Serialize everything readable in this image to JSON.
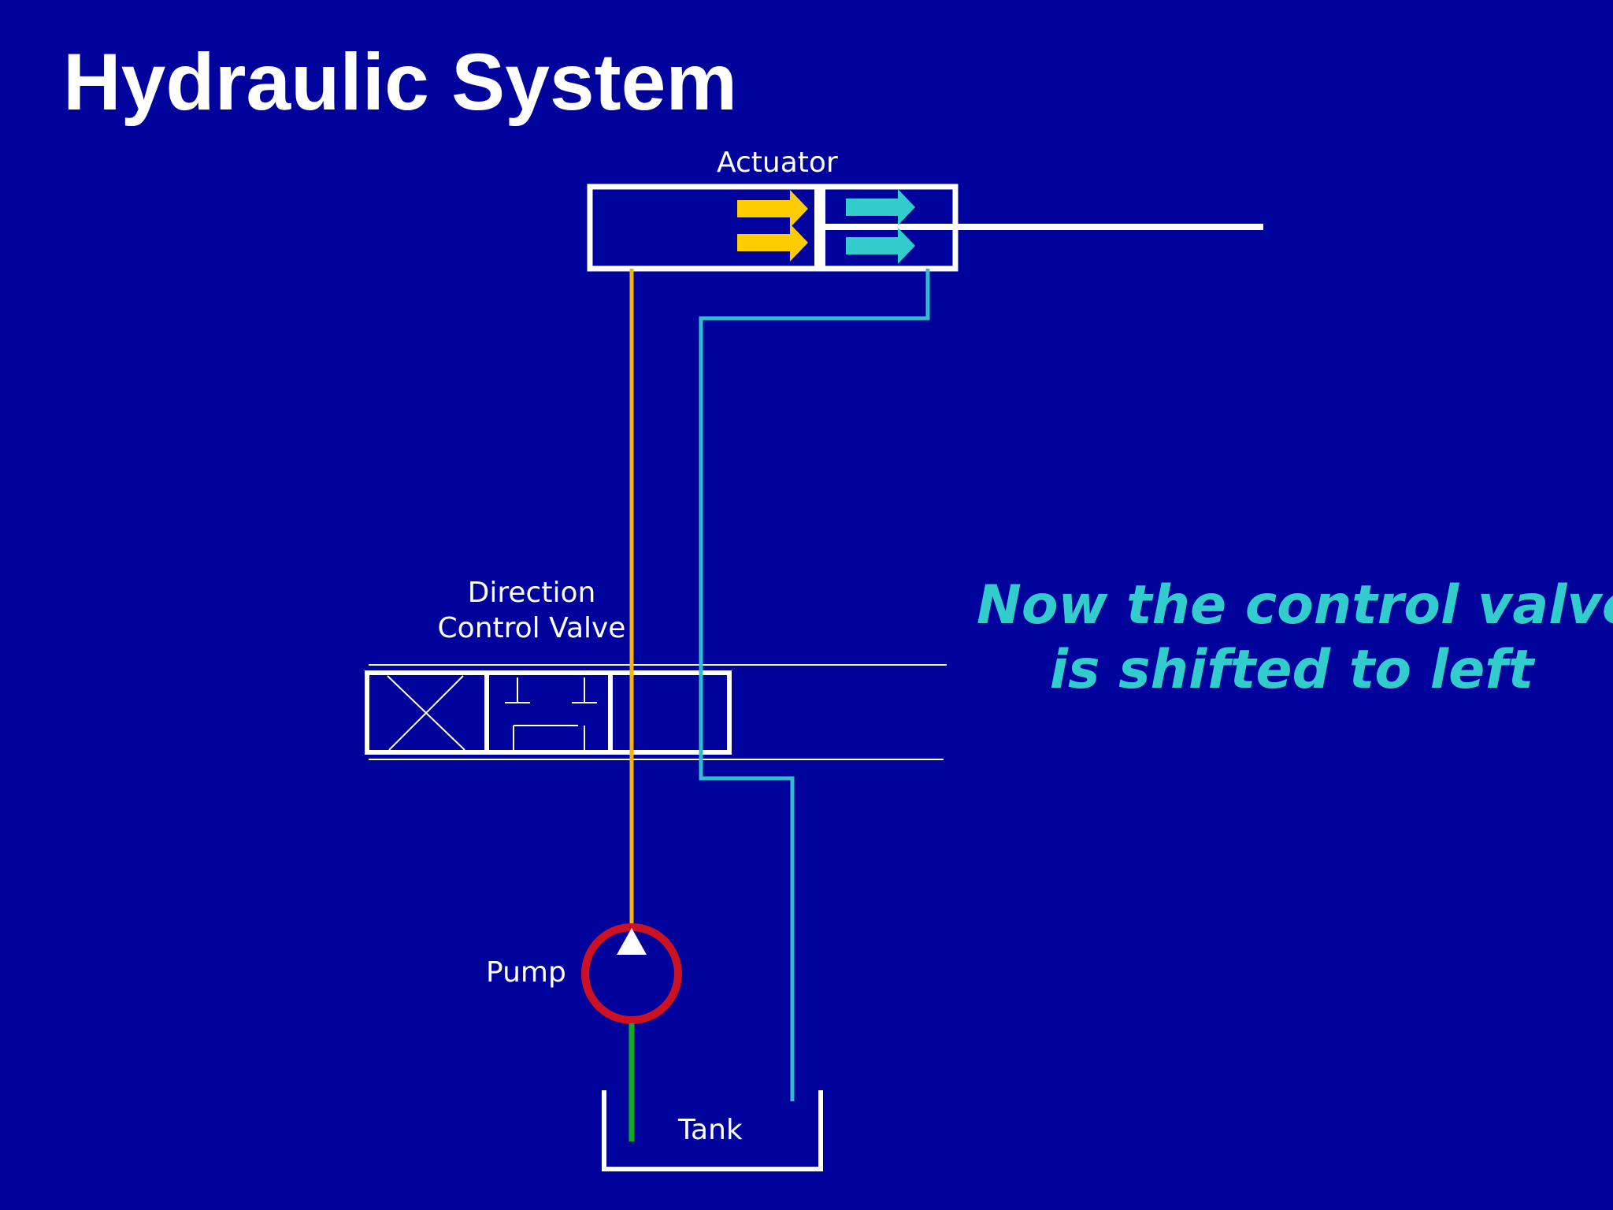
{
  "title": "Hydraulic System",
  "labels": {
    "actuator": "Actuator",
    "valve_line1": "Direction",
    "valve_line2": "Control Valve",
    "pump": "Pump",
    "tank": "Tank"
  },
  "note": {
    "line1": "Now the control valve",
    "line2": "is shifted to left"
  },
  "colors": {
    "background": "#00029c",
    "component": "#ffffff",
    "pressure_line": "#f5b400",
    "return_line": "#33bbcc",
    "suction_line": "#11aa22",
    "pump_ring": "#cc1122",
    "pressure_arrow": "#ffcc00",
    "return_arrow": "#33cccc"
  }
}
